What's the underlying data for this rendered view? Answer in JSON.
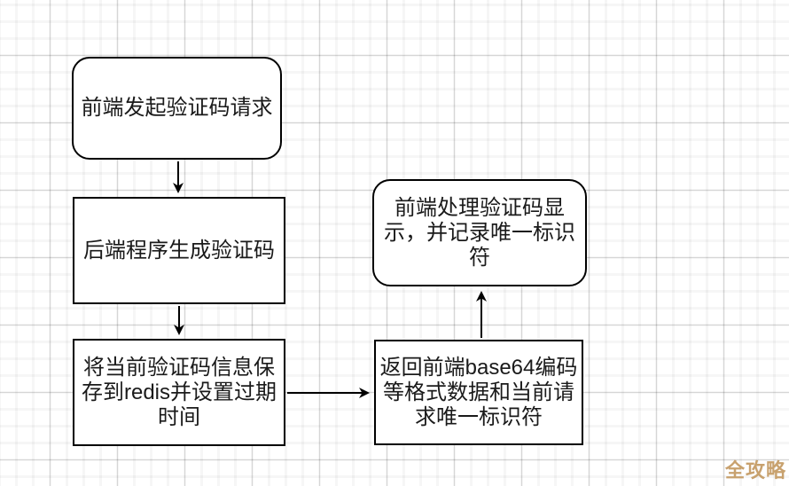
{
  "diagram": {
    "title_hint": "captcha request flowchart",
    "nodes": {
      "frontend_request": {
        "shape": "rounded",
        "lines": [
          "前端发起验证码请求"
        ],
        "text": "前端发起验证码请求"
      },
      "backend_generate": {
        "shape": "rect",
        "lines": [
          "后端程序生成验证码"
        ],
        "text": "后端程序生成验证码"
      },
      "save_redis": {
        "shape": "rect",
        "lines": [
          "将当前验证码信息保",
          "存到redis并设置过期",
          "时间"
        ],
        "text": "将当前验证码信息保存到redis并设置过期时间"
      },
      "return_base64": {
        "shape": "rect",
        "lines": [
          "返回前端base64编码",
          "等格式数据和当前请",
          "求唯一标识符"
        ],
        "text": "返回前端base64编码等格式数据和当前请求唯一标识符"
      },
      "frontend_display": {
        "shape": "rounded",
        "lines": [
          "前端处理验证码显",
          "示，并记录唯一标识",
          "符"
        ],
        "text": "前端处理验证码显示，并记录唯一标识符"
      }
    },
    "edges": [
      {
        "from": "frontend_request",
        "to": "backend_generate",
        "direction": "down"
      },
      {
        "from": "backend_generate",
        "to": "save_redis",
        "direction": "down"
      },
      {
        "from": "save_redis",
        "to": "return_base64",
        "direction": "right"
      },
      {
        "from": "return_base64",
        "to": "frontend_display",
        "direction": "up"
      }
    ]
  },
  "watermark": {
    "text": "全攻略",
    "color": "#c49a62"
  },
  "colors": {
    "background": "#ffffff",
    "node_fill": "#ffffff",
    "node_border": "#000000",
    "text": "#1a1a1a",
    "arrow": "#000000",
    "grid_major": "#d9d9d9",
    "grid_minor": "#f2f2f2"
  }
}
